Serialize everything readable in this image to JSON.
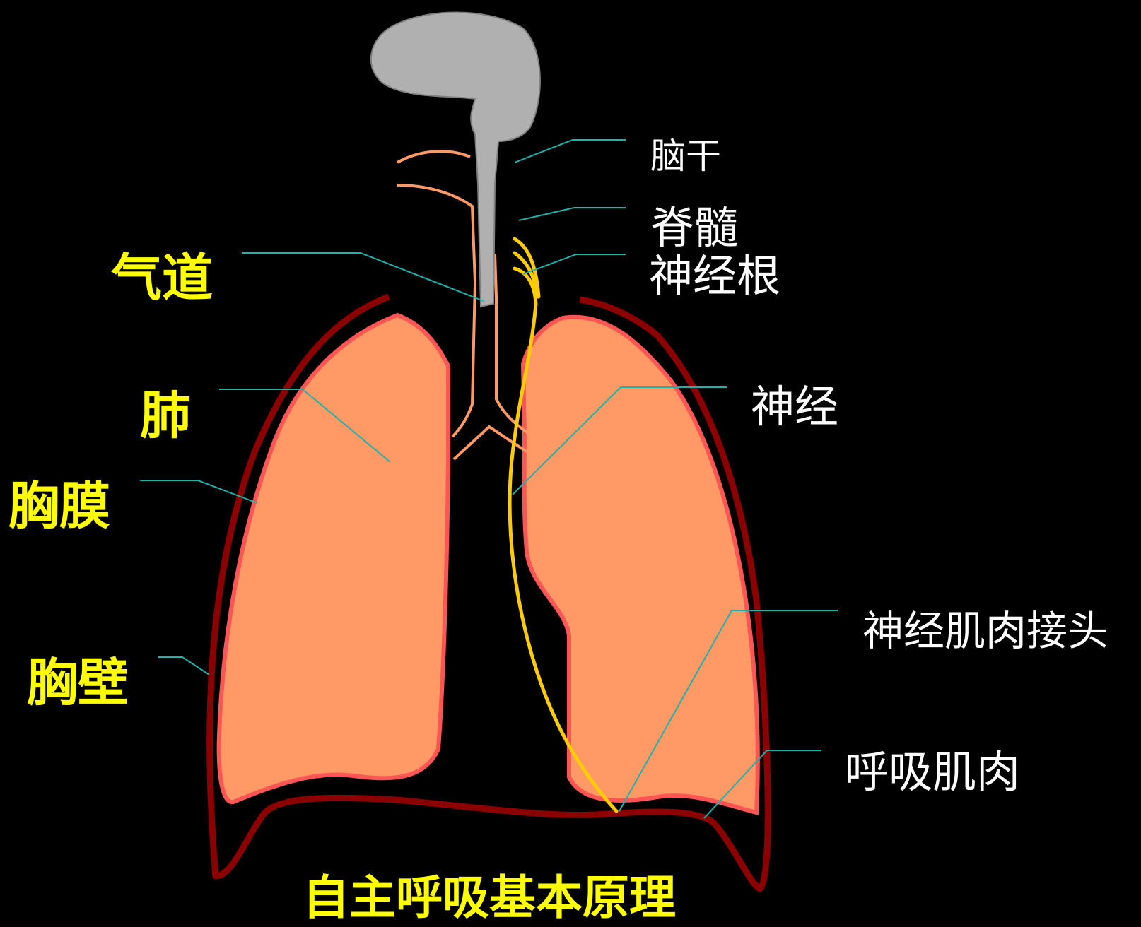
{
  "labels": {
    "brainstem": "脑干",
    "spinal_cord": "脊髓",
    "nerve_root": "神经根",
    "airway": "气道",
    "nerve": "神经",
    "lung": "肺",
    "pleura": "胸膜",
    "nmj": "神经肌肉接头",
    "chest_wall": "胸壁",
    "respiratory_muscle": "呼吸肌肉"
  },
  "title": "自主呼吸基本原理",
  "colors": {
    "background": "#000000",
    "lung_fill": "#ff9966",
    "lung_stroke": "#ff5555",
    "chest_wall": "#8b0000",
    "brainstem": "#b0b0b0",
    "nerve": "#ffcc00",
    "airway_line": "#ff9966",
    "leader_line": "#20b2aa",
    "label_yellow": "#ffff00",
    "label_white": "#ffffff"
  }
}
